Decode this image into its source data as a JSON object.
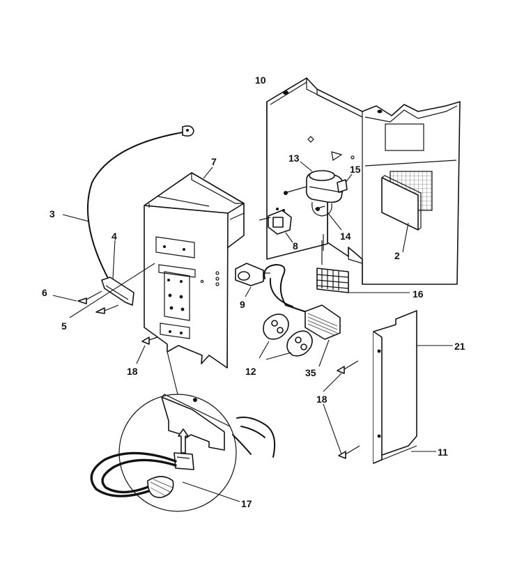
{
  "callouts": {
    "c2": "2",
    "c3": "3",
    "c4": "4",
    "c5": "5",
    "c6": "6",
    "c7": "7",
    "c8": "8",
    "c9": "9",
    "c10": "10",
    "c11": "11",
    "c12": "12",
    "c13": "13",
    "c14": "14",
    "c15": "15",
    "c16": "16",
    "c17": "17",
    "c18a": "18",
    "c18b": "18",
    "c21": "21",
    "c35": "35"
  }
}
